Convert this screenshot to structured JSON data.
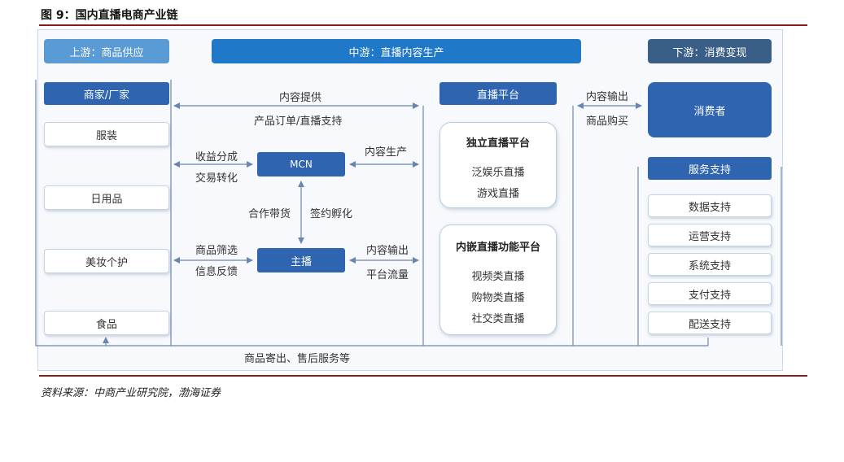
{
  "figure_title": "图 9：国内直播电商产业链",
  "headers": {
    "upstream": "上游：商品供应",
    "midstream": "中游：直播内容生产",
    "downstream": "下游：消费变现"
  },
  "upstream": {
    "title": "商家/厂家",
    "items": [
      "服装",
      "日用品",
      "美妆个护",
      "食品"
    ]
  },
  "midstream": {
    "mcn": "MCN",
    "anchor": "主播",
    "platform_title": "直播平台",
    "independent": {
      "title": "独立直播平台",
      "items": [
        "泛娱乐直播",
        "游戏直播"
      ]
    },
    "embedded": {
      "title": "内嵌直播功能平台",
      "items": [
        "视频类直播",
        "购物类直播",
        "社交类直播"
      ]
    }
  },
  "downstream": {
    "consumer": "消费者",
    "service_title": "服务支持",
    "services": [
      "数据支持",
      "运营支持",
      "系统支持",
      "支付支持",
      "配送支持"
    ]
  },
  "flows": {
    "content_supply": "内容提供",
    "orders_support": "产品订单/直播支持",
    "revenue_share": "收益分成",
    "trade_conversion": "交易转化",
    "content_production": "内容生产",
    "cooperation_sales": "合作带货",
    "sign_incubate": "签约孵化",
    "product_selection": "商品筛选",
    "info_feedback": "信息反馈",
    "content_output_mid": "内容输出",
    "platform_traffic": "平台流量",
    "content_output_down": "内容输出",
    "goods_purchase": "商品购买",
    "logistics_service": "商品寄出、售后服务等"
  },
  "source": "资料来源：中商产业研究院，渤海证券"
}
